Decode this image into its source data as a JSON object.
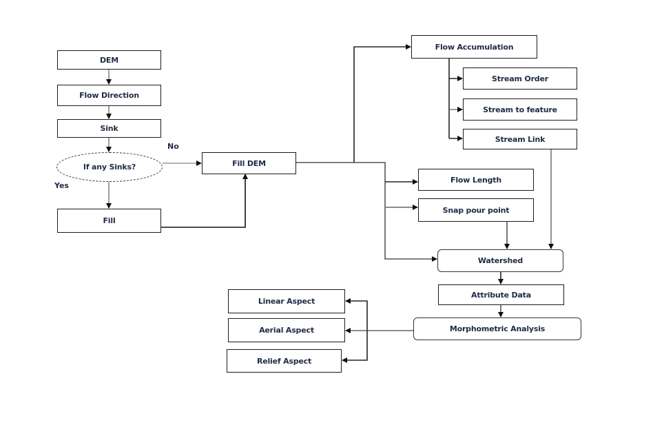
{
  "diagram": {
    "type": "flowchart",
    "nodes": {
      "dem": "DEM",
      "flow_direction": "Flow Direction",
      "sink": "Sink",
      "if_any_sinks": "If any Sinks?",
      "fill": "Fill",
      "fill_dem": "Fill DEM",
      "flow_accumulation": "Flow Accumulation",
      "stream_order": "Stream Order",
      "stream_to_feature": "Stream to feature",
      "stream_link": "Stream Link",
      "flow_length": "Flow Length",
      "snap_pour_point": "Snap pour point",
      "watershed": "Watershed",
      "attribute_data": "Attribute Data",
      "morphometric_analysis": "Morphometric Analysis",
      "linear_aspect": "Linear Aspect",
      "aerial_aspect": "Aerial Aspect",
      "relief_aspect": "Relief Aspect"
    },
    "edge_labels": {
      "no": "No",
      "yes": "Yes"
    },
    "edges": [
      [
        "dem",
        "flow_direction"
      ],
      [
        "flow_direction",
        "sink"
      ],
      [
        "sink",
        "if_any_sinks"
      ],
      [
        "if_any_sinks",
        "fill_dem",
        "No"
      ],
      [
        "if_any_sinks",
        "fill",
        "Yes"
      ],
      [
        "fill",
        "fill_dem"
      ],
      [
        "fill_dem",
        "flow_accumulation"
      ],
      [
        "flow_accumulation",
        "stream_order"
      ],
      [
        "flow_accumulation",
        "stream_to_feature"
      ],
      [
        "flow_accumulation",
        "stream_link"
      ],
      [
        "fill_dem",
        "flow_length"
      ],
      [
        "fill_dem",
        "snap_pour_point"
      ],
      [
        "fill_dem",
        "watershed"
      ],
      [
        "snap_pour_point",
        "watershed"
      ],
      [
        "stream_link",
        "watershed"
      ],
      [
        "watershed",
        "attribute_data"
      ],
      [
        "attribute_data",
        "morphometric_analysis"
      ],
      [
        "morphometric_analysis",
        "linear_aspect"
      ],
      [
        "morphometric_analysis",
        "aerial_aspect"
      ],
      [
        "morphometric_analysis",
        "relief_aspect"
      ]
    ]
  }
}
